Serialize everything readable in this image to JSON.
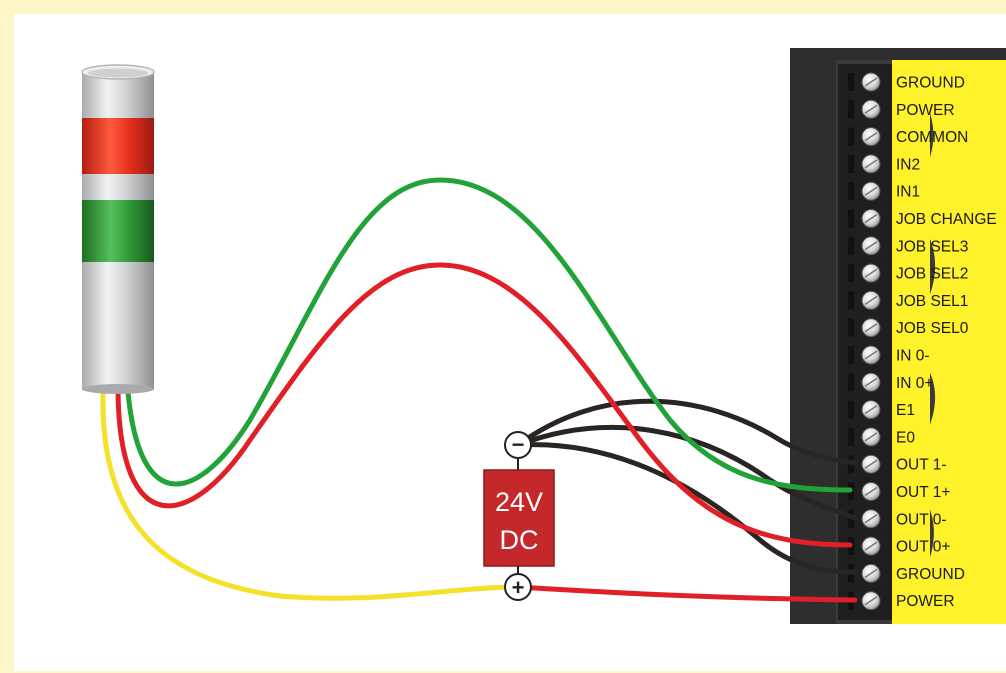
{
  "diagram": {
    "power_supply": {
      "line1": "24V",
      "line2": "DC",
      "negative_symbol": "−",
      "positive_symbol": "+",
      "color": "#c4282a"
    },
    "stack_light": {
      "segments": [
        "red",
        "green"
      ],
      "colors": {
        "red": "#e5301f",
        "green": "#2f9a36",
        "body": "#d9dadc"
      }
    },
    "terminal_labels": [
      "GROUND",
      "POWER",
      "COMMON",
      "IN2",
      "IN1",
      "JOB CHANGE",
      "JOB SEL3",
      "JOB SEL2",
      "JOB SEL1",
      "JOB SEL0",
      "IN 0-",
      "IN 0+",
      "E1",
      "E0",
      "OUT 1-",
      "OUT 1+",
      "OUT 0-",
      "OUT 0+",
      "GROUND",
      "POWER"
    ],
    "wire_colors": {
      "green": "#22a33a",
      "red": "#e01f26",
      "yellow": "#f3e12a",
      "black": "#2a2422"
    },
    "label_highlight_color": "#fff12a"
  }
}
